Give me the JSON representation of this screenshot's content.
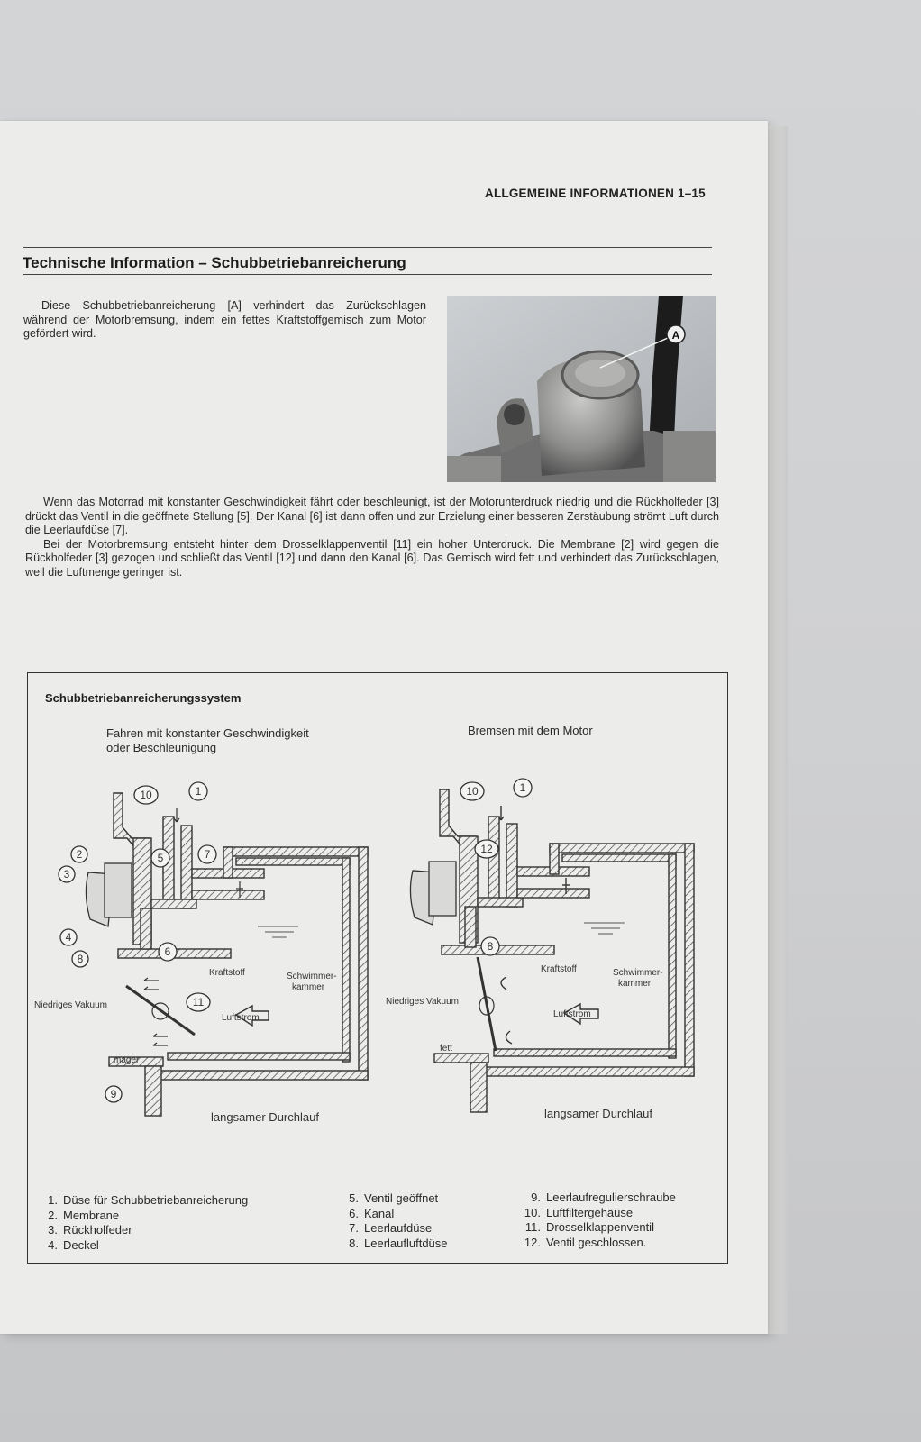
{
  "header": {
    "running_title": "ALLGEMEINE INFORMATIONEN 1–15"
  },
  "section": {
    "title": "Technische Information – Schubbetriebanreicherung"
  },
  "intro": {
    "text": "Diese Schubbetriebanreicherung [A] verhindert das Zurückschlagen während der Motorbremsung, indem ein fettes Kraftstoffgemisch zum Motor gefördert wird."
  },
  "photo": {
    "callout": "A"
  },
  "body": {
    "paragraph_1": "Wenn das Motorrad mit konstanter Geschwindigkeit fährt oder beschleunigt, ist der Motorunterdruck niedrig und die Rückholfeder [3] drückt das Ventil in die geöffnete Stellung [5]. Der Kanal [6] ist dann offen und zur Erzielung einer besseren Zerstäubung strömt Luft durch die Leerlaufdüse [7].",
    "paragraph_2": "Bei der Motorbremsung entsteht hinter dem Drosselklappenventil [11] ein hoher Unterdruck. Die Membrane [2] wird gegen die Rückholfeder [3] gezogen und schließt das Ventil [12] und dann den Kanal [6]. Das Gemisch wird fett und verhindert das Zurückschlagen, weil die Luftmenge geringer ist."
  },
  "figure": {
    "title": "Schubbetriebanreicherungssystem",
    "left_caption_1": "Fahren mit konstanter Geschwindigkeit",
    "left_caption_2": "oder Beschleunigung",
    "right_caption": "Bremsen mit dem Motor",
    "left_diagram": {
      "callouts": [
        "10",
        "1",
        "2",
        "3",
        "5",
        "7",
        "4",
        "8",
        "6",
        "11",
        "9"
      ],
      "kraftstoff": "Kraftstoff",
      "schwimmer_1": "Schwimmer-",
      "schwimmer_2": "kammer",
      "vakuum": "Niedriges Vakuum",
      "luftstrom": "Luftstrom",
      "mager": "mager",
      "durchlauf": "langsamer Durchlauf"
    },
    "right_diagram": {
      "callouts": [
        "10",
        "1",
        "12",
        "8"
      ],
      "kraftstoff": "Kraftstoff",
      "schwimmer_1": "Schwimmer-",
      "schwimmer_2": "kammer",
      "vakuum": "Niedriges Vakuum",
      "luftstrom": "Luftstrom",
      "fett": "fett",
      "durchlauf": "langsamer Durchlauf"
    }
  },
  "legend": {
    "col1": [
      {
        "num": "1.",
        "label": "Düse für Schubbetriebanreicherung"
      },
      {
        "num": "2.",
        "label": "Membrane"
      },
      {
        "num": "3.",
        "label": "Rückholfeder"
      },
      {
        "num": "4.",
        "label": "Deckel"
      }
    ],
    "col2": [
      {
        "num": "5.",
        "label": "Ventil geöffnet"
      },
      {
        "num": "6.",
        "label": "Kanal"
      },
      {
        "num": "7.",
        "label": "Leerlaufdüse"
      },
      {
        "num": "8.",
        "label": "Leerlaufluftdüse"
      }
    ],
    "col3": [
      {
        "num": "9.",
        "label": "Leerlaufregulierschraube"
      },
      {
        "num": "10.",
        "label": "Luftfiltergehäuse"
      },
      {
        "num": "11.",
        "label": "Drosselklappenventil"
      },
      {
        "num": "12.",
        "label": "Ventil geschlossen."
      }
    ]
  }
}
